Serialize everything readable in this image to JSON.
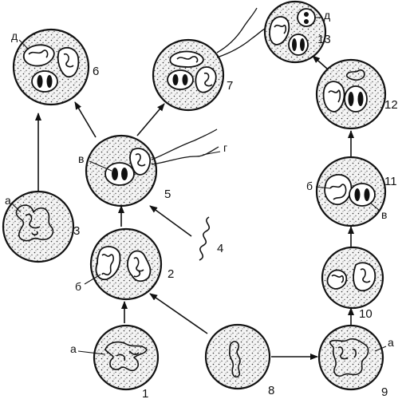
{
  "stage_numbers": [
    "1",
    "2",
    "3",
    "4",
    "5",
    "6",
    "7",
    "8",
    "9",
    "10",
    "11",
    "12",
    "13"
  ],
  "letters": {
    "a": "а",
    "b": "б",
    "v": "в",
    "g": "г",
    "d": "д"
  }
}
